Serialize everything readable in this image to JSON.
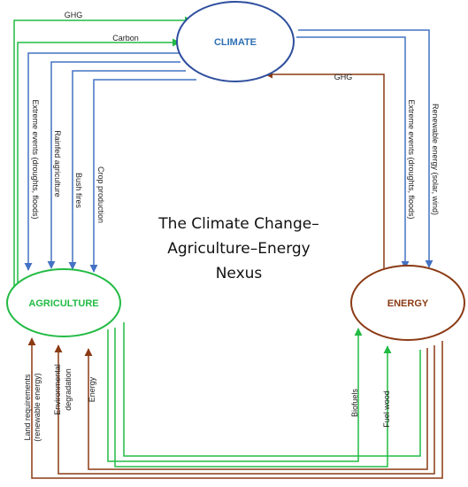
{
  "diagram": {
    "center_title": {
      "line1": "The Climate Change–",
      "line2": "Agriculture–Energy",
      "line3": "Nexus"
    },
    "nodes": {
      "climate": {
        "label": "CLIMATE",
        "color": "#2f6fb3"
      },
      "agriculture": {
        "label": "AGRICULTURE",
        "color": "#22bb44"
      },
      "energy": {
        "label": "ENERGY",
        "color": "#8b3a14"
      }
    },
    "links": {
      "ghg_agri_to_climate": "GHG",
      "carbon": "Carbon",
      "ghg_energy_to_climate": "GHG",
      "extreme_events_agri": "Extreme events (droughts, floods)",
      "rainfed_agriculture": "Rainfed agriculture",
      "bush_fires": "Bush fires",
      "crop_production": "Crop production",
      "extreme_events_energy": "Extreme events (droughts, floods)",
      "renewable_energy": "Renewable energy (solar, wind)",
      "land_requirements_1": "Land requirements",
      "land_requirements_2": "(renewable energy)",
      "environmental_degradation_1": "Environmental",
      "environmental_degradation_2": "degradation",
      "energy": "Energy",
      "biofuels": "Biofuels",
      "fuel_wood": "Fuel wood"
    },
    "colors": {
      "climate_flow": "#4472c4",
      "agriculture_flow": "#22bb44",
      "energy_flow": "#8b3a14"
    }
  }
}
